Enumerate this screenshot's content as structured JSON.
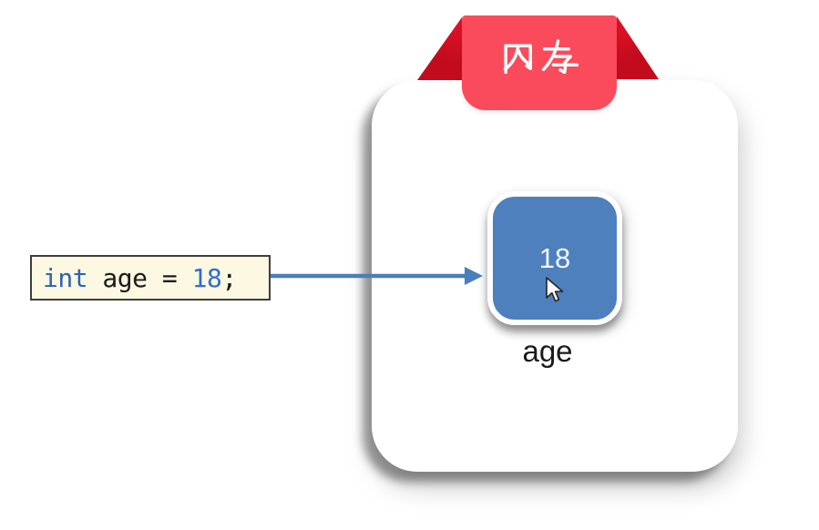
{
  "colors": {
    "banner-red": "#fa4b5c",
    "fold-red": "#c20c1e",
    "box-blue": "#4e80bd",
    "arrow-blue": "#4a7ebc",
    "code-bg": "#fdf8e2",
    "code-border": "#3d3d3d",
    "code-keyword": "#2a63b5",
    "code-number": "#2f6fc9",
    "code-text": "#1c1c1c",
    "label-text": "#1a1a1a"
  },
  "code_snippet": {
    "full_text": "int age = 18;",
    "tokens": [
      {
        "text": "int",
        "type": "keyword"
      },
      {
        "text": " age = ",
        "type": "plain"
      },
      {
        "text": "18",
        "type": "number"
      },
      {
        "text": ";",
        "type": "plain"
      }
    ]
  },
  "memory_card": {
    "ribbon_label": "内存",
    "variable": {
      "value": "18",
      "name": "age"
    }
  },
  "cursor": {
    "type": "arrow-pointer"
  }
}
